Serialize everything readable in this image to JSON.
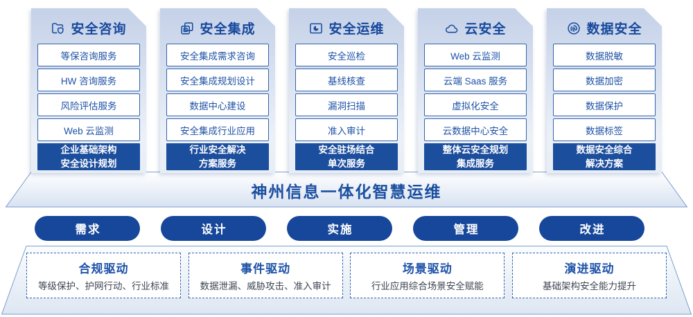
{
  "banner": {
    "title": "神州信息一体化智慧运维"
  },
  "columns": [
    {
      "title": "安全咨询",
      "icon": "folder-shield-icon",
      "items": [
        "等保咨询服务",
        "HW 咨询服务",
        "风险评估服务",
        "Web 云监测"
      ],
      "footer_lines": [
        "企业基础架构",
        "安全设计规划"
      ]
    },
    {
      "title": "安全集成",
      "icon": "copy-docs-icon",
      "items": [
        "安全集成需求咨询",
        "安全集成规划设计",
        "数据中心建设",
        "安全集成行业应用"
      ],
      "footer_lines": [
        "行业安全解决",
        "方案服务"
      ]
    },
    {
      "title": "安全运维",
      "icon": "pie-folder-icon",
      "items": [
        "安全巡检",
        "基线核查",
        "漏洞扫描",
        "准入审计"
      ],
      "footer_lines": [
        "安全驻场结合",
        "单次服务"
      ]
    },
    {
      "title": "云安全",
      "icon": "cloud-icon",
      "items": [
        "Web 云监测",
        "云端 Saas 服务",
        "虚拟化安全",
        "云数据中心安全"
      ],
      "footer_lines": [
        "整体云安全规划",
        "集成服务"
      ]
    },
    {
      "title": "数据安全",
      "icon": "fingerprint-icon",
      "items": [
        "数据脱敏",
        "数据加密",
        "数据保护",
        "数据标签"
      ],
      "footer_lines": [
        "数据安全综合",
        "解决方案"
      ]
    }
  ],
  "phases": [
    "需求",
    "设计",
    "实施",
    "管理",
    "改进"
  ],
  "drivers": [
    {
      "title": "合规驱动",
      "desc": "等级保护、护网行动、行业标准"
    },
    {
      "title": "事件驱动",
      "desc": "数据泄漏、威胁攻击、准入审计"
    },
    {
      "title": "场景驱动",
      "desc": "行业应用综合场景安全赋能"
    },
    {
      "title": "演进驱动",
      "desc": "基础架构安全能力提升"
    }
  ],
  "colors": {
    "primary_dark_blue": "#1c4e9e",
    "pill_blue": "#17479a",
    "item_border_blue": "#3363ac",
    "title_blue": "#17489c",
    "banner_text_blue": "#1b4fa0",
    "driver_desc_gray": "#3f4654"
  }
}
